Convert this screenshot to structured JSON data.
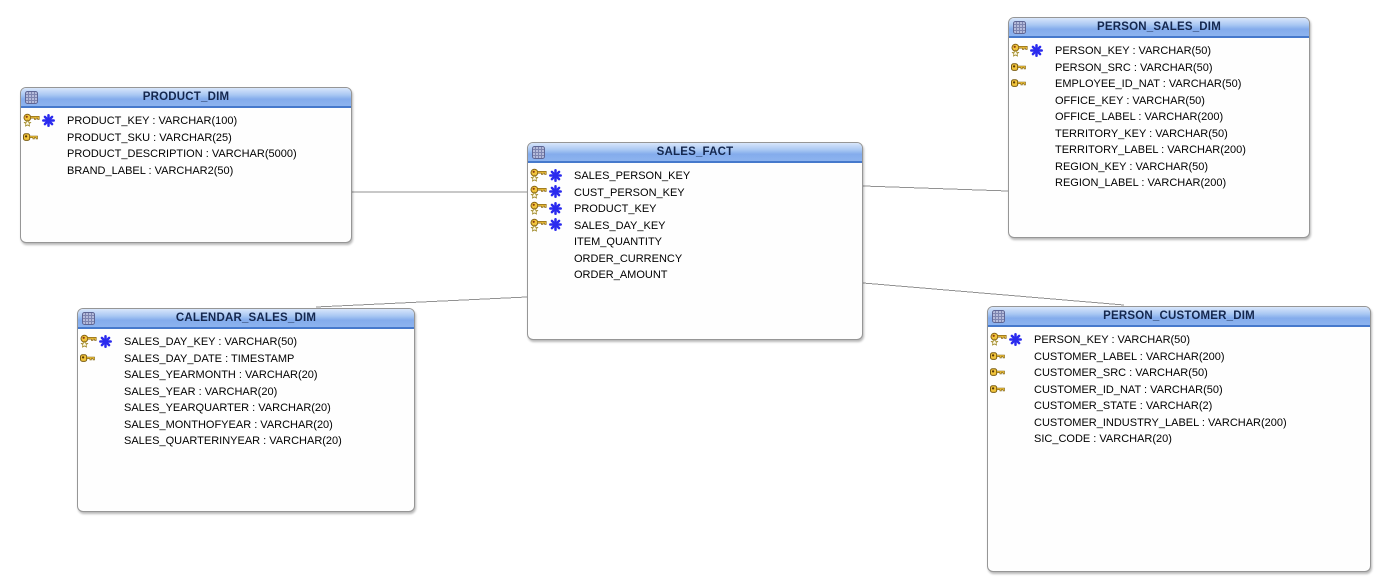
{
  "tables": [
    {
      "name": "PRODUCT_DIM",
      "columns": [
        {
          "label": "PRODUCT_KEY : VARCHAR(100)",
          "icons": [
            "primary-key",
            "mandatory"
          ]
        },
        {
          "label": "PRODUCT_SKU : VARCHAR(25)",
          "icons": [
            "foreign-key"
          ]
        },
        {
          "label": "PRODUCT_DESCRIPTION : VARCHAR(5000)",
          "icons": []
        },
        {
          "label": "BRAND_LABEL : VARCHAR2(50)",
          "icons": []
        }
      ]
    },
    {
      "name": "SALES_FACT",
      "columns": [
        {
          "label": "SALES_PERSON_KEY",
          "icons": [
            "primary-key",
            "mandatory"
          ]
        },
        {
          "label": "CUST_PERSON_KEY",
          "icons": [
            "primary-key",
            "mandatory"
          ]
        },
        {
          "label": "PRODUCT_KEY",
          "icons": [
            "primary-key",
            "mandatory"
          ]
        },
        {
          "label": "SALES_DAY_KEY",
          "icons": [
            "primary-key",
            "mandatory"
          ]
        },
        {
          "label": "ITEM_QUANTITY",
          "icons": []
        },
        {
          "label": "ORDER_CURRENCY",
          "icons": []
        },
        {
          "label": "ORDER_AMOUNT",
          "icons": []
        }
      ]
    },
    {
      "name": "PERSON_SALES_DIM",
      "columns": [
        {
          "label": "PERSON_KEY : VARCHAR(50)",
          "icons": [
            "primary-key",
            "mandatory"
          ]
        },
        {
          "label": "PERSON_SRC : VARCHAR(50)",
          "icons": [
            "foreign-key"
          ]
        },
        {
          "label": "EMPLOYEE_ID_NAT : VARCHAR(50)",
          "icons": [
            "foreign-key"
          ]
        },
        {
          "label": "OFFICE_KEY : VARCHAR(50)",
          "icons": []
        },
        {
          "label": "OFFICE_LABEL : VARCHAR(200)",
          "icons": []
        },
        {
          "label": "TERRITORY_KEY : VARCHAR(50)",
          "icons": []
        },
        {
          "label": "TERRITORY_LABEL : VARCHAR(200)",
          "icons": []
        },
        {
          "label": "REGION_KEY : VARCHAR(50)",
          "icons": []
        },
        {
          "label": "REGION_LABEL : VARCHAR(200)",
          "icons": []
        }
      ]
    },
    {
      "name": "CALENDAR_SALES_DIM",
      "columns": [
        {
          "label": "SALES_DAY_KEY : VARCHAR(50)",
          "icons": [
            "primary-key",
            "mandatory"
          ]
        },
        {
          "label": "SALES_DAY_DATE : TIMESTAMP",
          "icons": [
            "foreign-key"
          ]
        },
        {
          "label": "SALES_YEARMONTH : VARCHAR(20)",
          "icons": []
        },
        {
          "label": "SALES_YEAR : VARCHAR(20)",
          "icons": []
        },
        {
          "label": "SALES_YEARQUARTER : VARCHAR(20)",
          "icons": []
        },
        {
          "label": "SALES_MONTHOFYEAR : VARCHAR(20)",
          "icons": []
        },
        {
          "label": "SALES_QUARTERINYEAR : VARCHAR(20)",
          "icons": []
        }
      ]
    },
    {
      "name": "PERSON_CUSTOMER_DIM",
      "columns": [
        {
          "label": "PERSON_KEY : VARCHAR(50)",
          "icons": [
            "primary-key",
            "mandatory"
          ]
        },
        {
          "label": "CUSTOMER_LABEL : VARCHAR(200)",
          "icons": [
            "foreign-key"
          ]
        },
        {
          "label": "CUSTOMER_SRC : VARCHAR(50)",
          "icons": [
            "foreign-key"
          ]
        },
        {
          "label": "CUSTOMER_ID_NAT : VARCHAR(50)",
          "icons": [
            "foreign-key"
          ]
        },
        {
          "label": "CUSTOMER_STATE : VARCHAR(2)",
          "icons": []
        },
        {
          "label": "CUSTOMER_INDUSTRY_LABEL : VARCHAR(200)",
          "icons": []
        },
        {
          "label": "SIC_CODE : VARCHAR(20)",
          "icons": []
        }
      ]
    }
  ],
  "relationships": [
    {
      "from": "PRODUCT_DIM",
      "to": "SALES_FACT"
    },
    {
      "from": "CALENDAR_SALES_DIM",
      "to": "SALES_FACT"
    },
    {
      "from": "SALES_FACT",
      "to": "PERSON_SALES_DIM"
    },
    {
      "from": "SALES_FACT",
      "to": "PERSON_CUSTOMER_DIM"
    }
  ],
  "icons": {
    "table": "grid-table-icon",
    "primary-key": "gold-key-with-star-icon",
    "foreign-key": "gold-key-icon",
    "mandatory": "blue-asterisk-icon"
  },
  "colors": {
    "header_gradient_top": "#d8e6fb",
    "header_gradient_mid": "#aac8f3",
    "header_gradient_bottom": "#84acec",
    "header_border": "#4679cc",
    "title_text": "#14274e",
    "box_border": "#969696",
    "row_text": "#000000",
    "connector": "#808080",
    "pk_gold": "#f2c53d",
    "mandatory_blue": "#2b2bee"
  }
}
